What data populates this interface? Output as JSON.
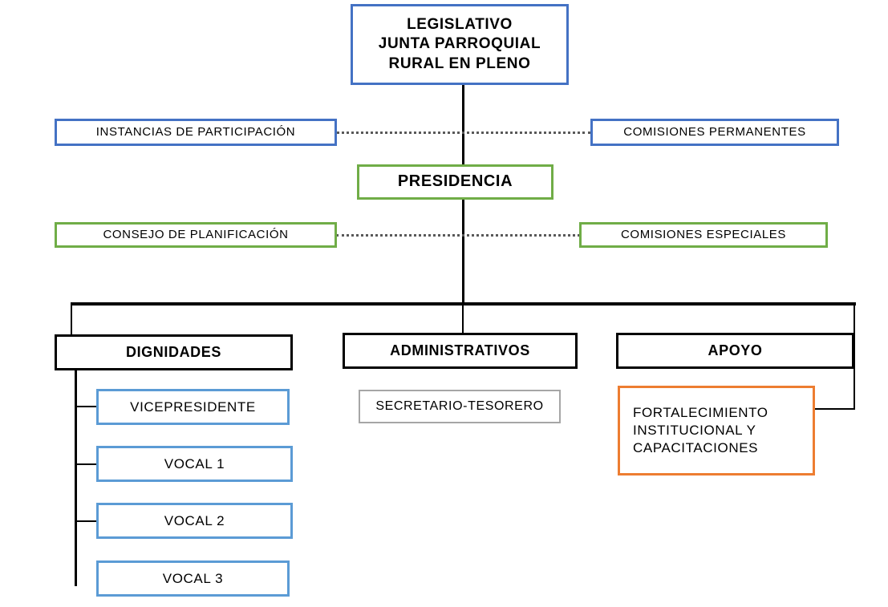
{
  "diagram": {
    "title": "Organigrama Junta Parroquial Rural",
    "colors": {
      "blue_dark": "#4472C4",
      "blue_light": "#5B9BD5",
      "green": "#70AD47",
      "orange": "#ED7D31",
      "gray": "#A6A6A6",
      "black": "#000000"
    }
  },
  "nodes": {
    "legislativo": {
      "line1": "LEGISLATIVO",
      "line2": "JUNTA PARROQUIAL",
      "line3": "RURAL EN PLENO"
    },
    "instancias_participacion": {
      "label": "INSTANCIAS  DE PARTICIPACIÓN"
    },
    "comisiones_permanentes": {
      "label": "COMISIONES  PERMANENTES"
    },
    "presidencia": {
      "label": "PRESIDENCIA"
    },
    "consejo_planificacion": {
      "label": "CONSEJO DE PLANIFICACIÓN"
    },
    "comisiones_especiales": {
      "label": "COMISIONES  ESPECIALES"
    },
    "dignidades": {
      "label": "DIGNIDADES"
    },
    "administrativos": {
      "label": "ADMINISTRATIVOS"
    },
    "apoyo": {
      "label": "APOYO"
    },
    "vicepresidente": {
      "label": "VICEPRESIDENTE"
    },
    "vocal_1": {
      "label": "VOCAL 1"
    },
    "vocal_2": {
      "label": "VOCAL 2"
    },
    "vocal_3": {
      "label": "VOCAL 3"
    },
    "secretario_tesorero": {
      "label": "SECRETARIO-TESORERO"
    },
    "fortalecimiento": {
      "line1": "FORTALECIMIENTO",
      "line2": "INSTITUCIONAL   Y",
      "line3": "CAPACITACIONES"
    }
  }
}
